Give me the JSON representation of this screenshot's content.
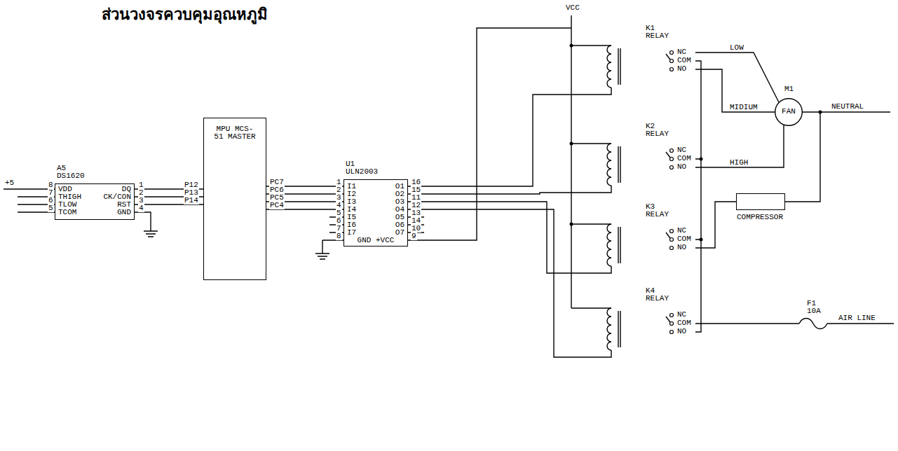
{
  "diagram": {
    "title": "ส่วนวงจรควบคุมอุณหภูมิ",
    "nodes": [
      {
        "text": [
          "A5 DS1620",
          "VDD",
          "THIGH",
          "TLOW",
          "TCOM",
          "DQ",
          "CK/CON",
          "RST",
          "GND"
        ]
      },
      {
        "text": [
          "MPU MCS-51 MASTER"
        ]
      },
      {
        "text": [
          "U1 ULN2003",
          "I1",
          "I2",
          "I3",
          "I4",
          "I5",
          "I6",
          "I7",
          "O1",
          "O2",
          "O3",
          "O4",
          "O5",
          "O6",
          "O7",
          "GND +VCC"
        ]
      },
      {
        "text": [
          "M1",
          "FAN"
        ]
      },
      {
        "text": [
          "COMPRESSOR"
        ]
      }
    ],
    "edges": [
      {
        "from": 0,
        "to": 1,
        "arrow": "none"
      },
      {
        "from": 0,
        "to": 1,
        "arrow": "none"
      },
      {
        "from": 0,
        "to": 1,
        "arrow": "none"
      },
      {
        "from": 1,
        "to": 2,
        "arrow": "none"
      },
      {
        "from": 1,
        "to": 2,
        "arrow": "none"
      },
      {
        "from": 1,
        "to": 2,
        "arrow": "none"
      },
      {
        "from": 1,
        "to": 2,
        "arrow": "none"
      },
      {
        "from": 3,
        "to": 4,
        "arrow": "none"
      }
    ],
    "labels": [
      "+5",
      "8",
      "7",
      "6",
      "5",
      "1",
      "2",
      "3",
      "4",
      "P12",
      "P13",
      "P14",
      "PC7",
      "PC6",
      "PC5",
      "PC4",
      "1",
      "2",
      "3",
      "4",
      "5",
      "6",
      "7",
      "8",
      "16",
      "15",
      "11",
      "12",
      "13",
      "14",
      "10",
      "9",
      "VCC",
      "K1",
      "RELAY",
      "NC",
      "COM",
      "NO",
      "K2",
      "RELAY",
      "NC",
      "COM",
      "NO",
      "K3",
      "RELAY",
      "NC",
      "COM",
      "NO",
      "K4",
      "RELAY",
      "NC",
      "COM",
      "NO",
      "LOW",
      "MIDIUM",
      "HIGH",
      "NEUTRAL",
      "F1",
      "10A",
      "AIR LINE"
    ]
  }
}
